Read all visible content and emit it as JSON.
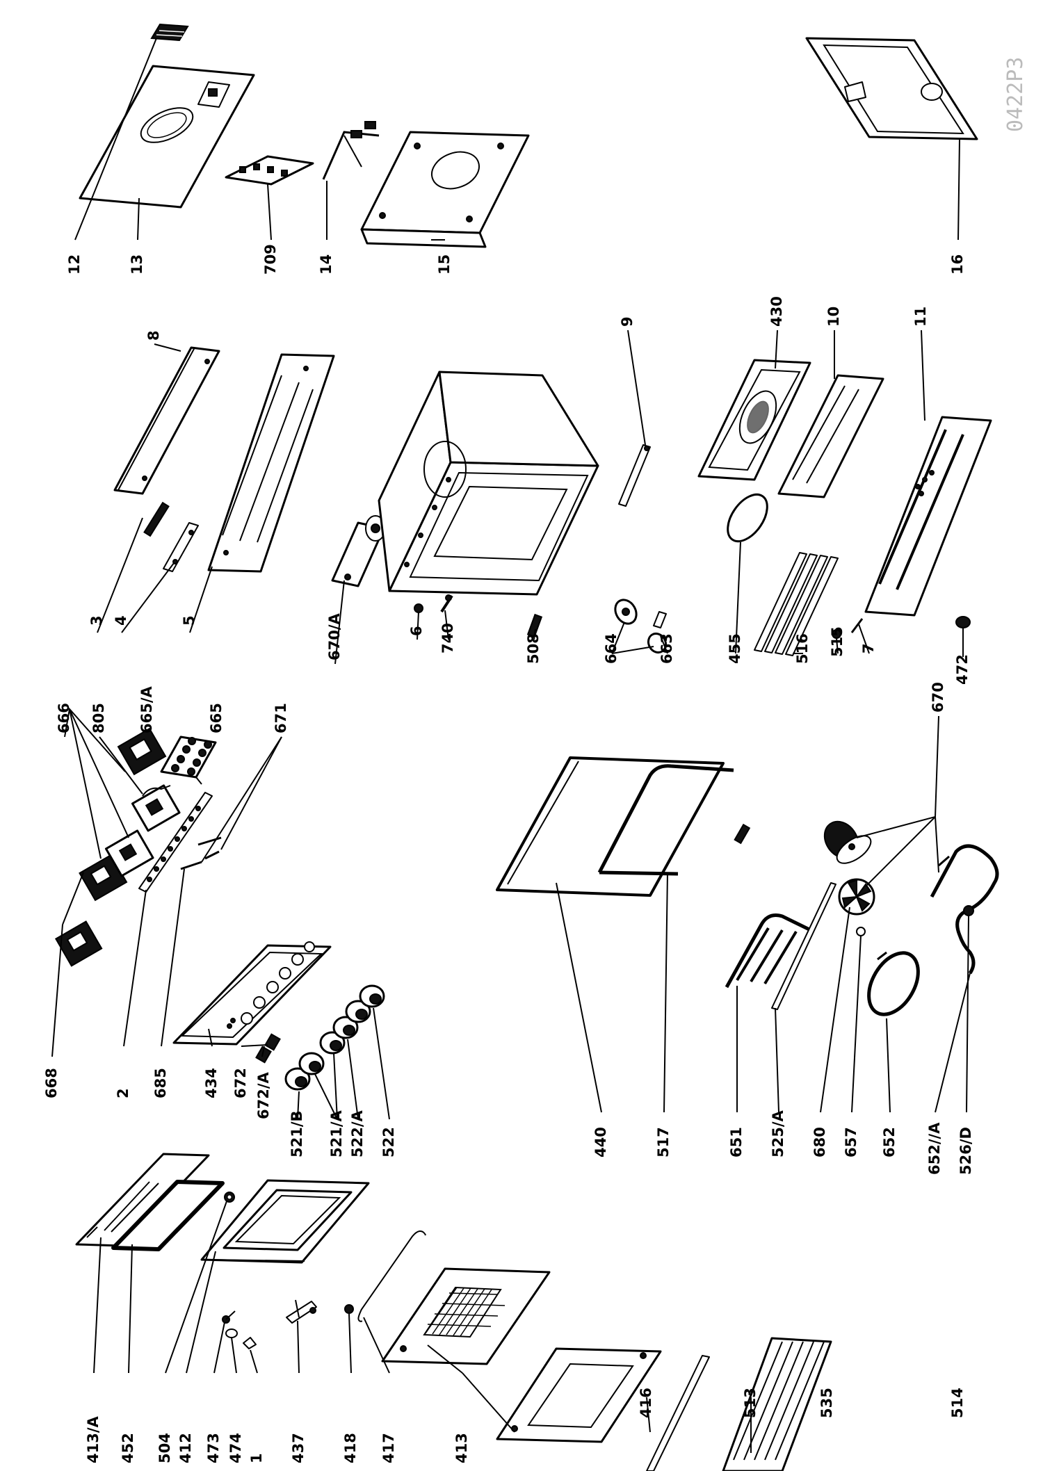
{
  "drawing_ref": "0422P3",
  "labels": [
    {
      "id": "413a",
      "text": "413/A"
    },
    {
      "id": "452",
      "text": "452"
    },
    {
      "id": "504",
      "text": "504"
    },
    {
      "id": "412",
      "text": "412"
    },
    {
      "id": "473",
      "text": "473"
    },
    {
      "id": "474",
      "text": "474"
    },
    {
      "id": "1",
      "text": "1"
    },
    {
      "id": "437",
      "text": "437"
    },
    {
      "id": "418",
      "text": "418"
    },
    {
      "id": "417",
      "text": "417"
    },
    {
      "id": "413",
      "text": "413"
    },
    {
      "id": "416",
      "text": "416"
    },
    {
      "id": "513",
      "text": "513"
    },
    {
      "id": "535",
      "text": "535"
    },
    {
      "id": "514",
      "text": "514"
    },
    {
      "id": "668",
      "text": "668"
    },
    {
      "id": "2",
      "text": "2"
    },
    {
      "id": "685",
      "text": "685"
    },
    {
      "id": "434",
      "text": "434"
    },
    {
      "id": "672",
      "text": "672"
    },
    {
      "id": "672a",
      "text": "672/A"
    },
    {
      "id": "521b",
      "text": "521/B"
    },
    {
      "id": "521a",
      "text": "521/A"
    },
    {
      "id": "522a",
      "text": "522/A"
    },
    {
      "id": "522",
      "text": "522"
    },
    {
      "id": "440",
      "text": "440"
    },
    {
      "id": "517",
      "text": "517"
    },
    {
      "id": "651",
      "text": "651"
    },
    {
      "id": "525a",
      "text": "525/A"
    },
    {
      "id": "680",
      "text": "680"
    },
    {
      "id": "657",
      "text": "657"
    },
    {
      "id": "652",
      "text": "652"
    },
    {
      "id": "652aa",
      "text": "652//A"
    },
    {
      "id": "526d",
      "text": "526/D"
    },
    {
      "id": "666",
      "text": "666"
    },
    {
      "id": "805",
      "text": "805"
    },
    {
      "id": "665a",
      "text": "665/A"
    },
    {
      "id": "665",
      "text": "665"
    },
    {
      "id": "671",
      "text": "671"
    },
    {
      "id": "670",
      "text": "670"
    },
    {
      "id": "3",
      "text": "3"
    },
    {
      "id": "4",
      "text": "4"
    },
    {
      "id": "5",
      "text": "5"
    },
    {
      "id": "670a",
      "text": "670/A"
    },
    {
      "id": "6",
      "text": "6"
    },
    {
      "id": "740",
      "text": "740"
    },
    {
      "id": "508",
      "text": "508"
    },
    {
      "id": "664",
      "text": "664"
    },
    {
      "id": "663",
      "text": "663"
    },
    {
      "id": "455",
      "text": "455"
    },
    {
      "id": "516",
      "text": "516"
    },
    {
      "id": "515",
      "text": "515"
    },
    {
      "id": "7",
      "text": "7"
    },
    {
      "id": "472",
      "text": "472"
    },
    {
      "id": "8",
      "text": "8"
    },
    {
      "id": "9",
      "text": "9"
    },
    {
      "id": "430",
      "text": "430"
    },
    {
      "id": "10",
      "text": "10"
    },
    {
      "id": "11",
      "text": "11"
    },
    {
      "id": "12",
      "text": "12"
    },
    {
      "id": "13",
      "text": "13"
    },
    {
      "id": "709",
      "text": "709"
    },
    {
      "id": "14",
      "text": "14"
    },
    {
      "id": "15",
      "text": "15"
    },
    {
      "id": "16",
      "text": "16"
    }
  ]
}
